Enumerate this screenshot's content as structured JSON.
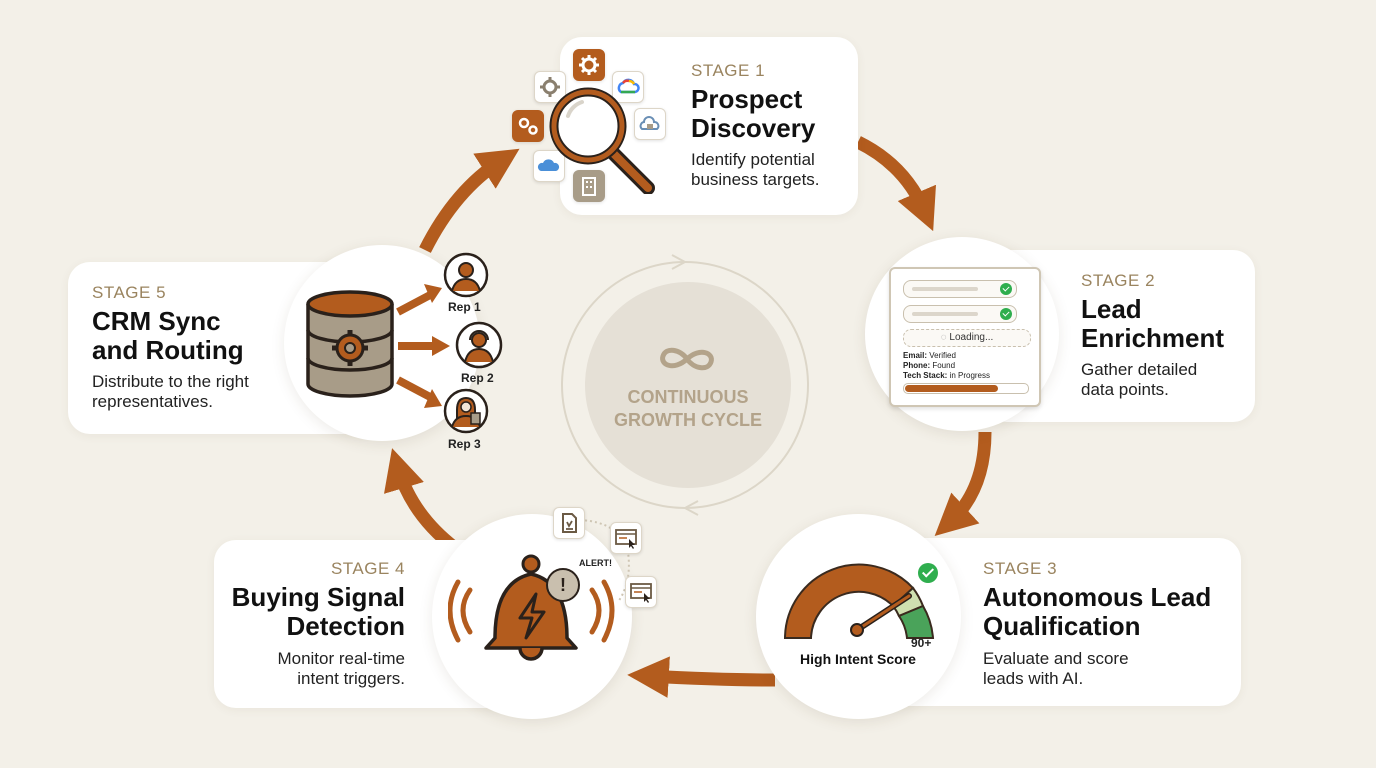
{
  "center": {
    "line1": "CONTINUOUS",
    "line2": "GROWTH CYCLE",
    "icon": "infinity-icon"
  },
  "stages": [
    {
      "label": "STAGE 1",
      "title_line1": "Prospect",
      "title_line2": "Discovery",
      "desc_line1": "Identify potential",
      "desc_line2": "business targets.",
      "icon": "magnifier-icon"
    },
    {
      "label": "STAGE 2",
      "title_line1": "Lead",
      "title_line2": "Enrichment",
      "desc_line1": "Gather detailed",
      "desc_line2": "data points.",
      "icon": "form-icon",
      "form": {
        "loading": "Loading...",
        "rows": [
          {
            "key": "Email:",
            "value": "Verified"
          },
          {
            "key": "Phone:",
            "value": "Found"
          },
          {
            "key": "Tech Stack:",
            "value": "in Progress"
          }
        ],
        "progress": 0.75
      }
    },
    {
      "label": "STAGE 3",
      "title_line1": "Autonomous Lead",
      "title_line2": "Qualification",
      "desc_line1": "Evaluate and score",
      "desc_line2": "leads with AI.",
      "icon": "gauge-icon",
      "gauge_value": "90+",
      "gauge_caption": "High Intent Score"
    },
    {
      "label": "STAGE 4",
      "title_line1": "Buying Signal",
      "title_line2": "Detection",
      "desc_line1": "Monitor real-time",
      "desc_line2": "intent triggers.",
      "icon": "bell-icon",
      "alert": "ALERT!"
    },
    {
      "label": "STAGE 5",
      "title_line1": "CRM Sync",
      "title_line2": "and Routing",
      "desc_line1": "Distribute to the right",
      "desc_line2": "representatives.",
      "icon": "database-icon",
      "reps": [
        "Rep 1",
        "Rep 2",
        "Rep 3"
      ]
    }
  ],
  "colors": {
    "accent": "#b35c1e",
    "label": "#9a845f",
    "background": "#f3f0e8",
    "success": "#2fae4e"
  }
}
